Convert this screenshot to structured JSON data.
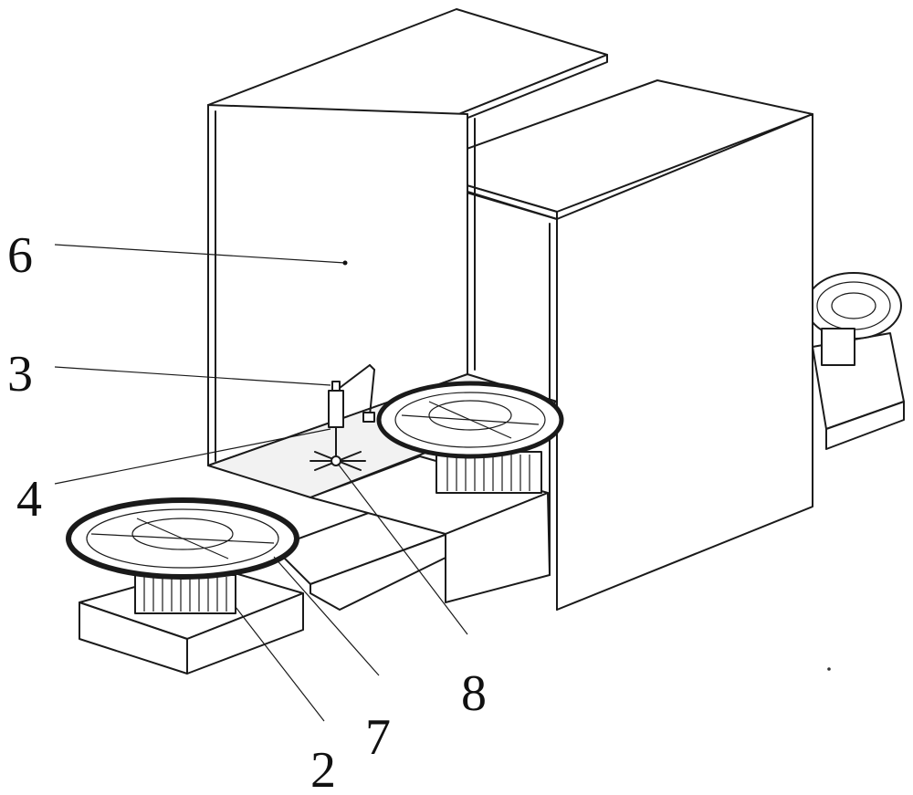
{
  "diagram": {
    "labels": [
      {
        "key": "6",
        "text": "6"
      },
      {
        "key": "3",
        "text": "3"
      },
      {
        "key": "4",
        "text": "4"
      },
      {
        "key": "8",
        "text": "8"
      },
      {
        "key": "7",
        "text": "7"
      },
      {
        "key": "2",
        "text": "2"
      }
    ]
  }
}
